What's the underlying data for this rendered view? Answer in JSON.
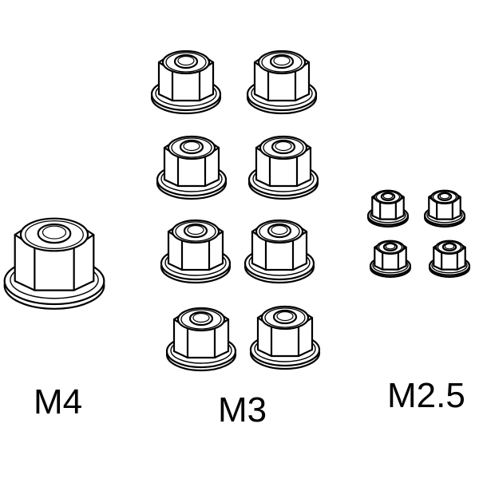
{
  "labels": {
    "m4": "M4",
    "m3": "M3",
    "m25": "M2.5"
  },
  "groups": [
    {
      "id": "m4",
      "size": "M4",
      "count": 1
    },
    {
      "id": "m3",
      "size": "M3",
      "count": 8
    },
    {
      "id": "m25",
      "size": "M2.5",
      "count": 4
    }
  ],
  "colors": {
    "stroke": "#000000",
    "background": "#ffffff"
  }
}
